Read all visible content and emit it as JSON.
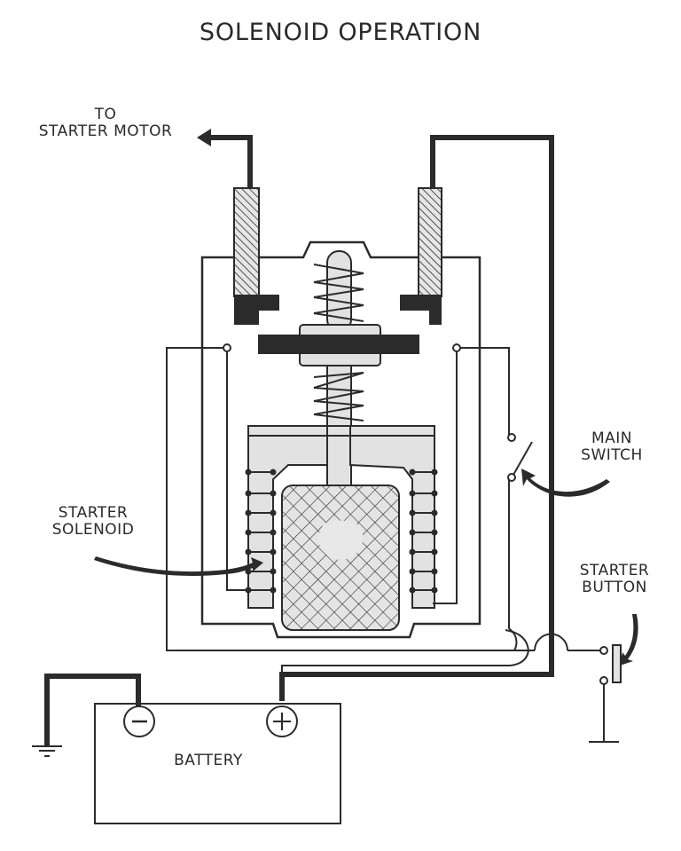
{
  "title": "SOLENOID OPERATION",
  "labels": {
    "to_starter_motor": "TO\nSTARTER MOTOR",
    "main_switch": "MAIN\nSWITCH",
    "starter_solenoid": "STARTER\nSOLENOID",
    "starter_button": "STARTER\nBUTTON",
    "battery": "BATTERY"
  },
  "battery_terminals": {
    "negative_symbol": "−",
    "positive_symbol": "+"
  },
  "components": [
    "starter motor lead",
    "contact terminals (hatched)",
    "contact disc",
    "plunger with return springs",
    "solenoid coil windings",
    "iron core (cross-hatched)",
    "main switch",
    "starter button",
    "battery",
    "ground"
  ],
  "colors": {
    "ink": "#2b2b2b",
    "fill_light": "#e2e2e2",
    "background": "#ffffff"
  }
}
